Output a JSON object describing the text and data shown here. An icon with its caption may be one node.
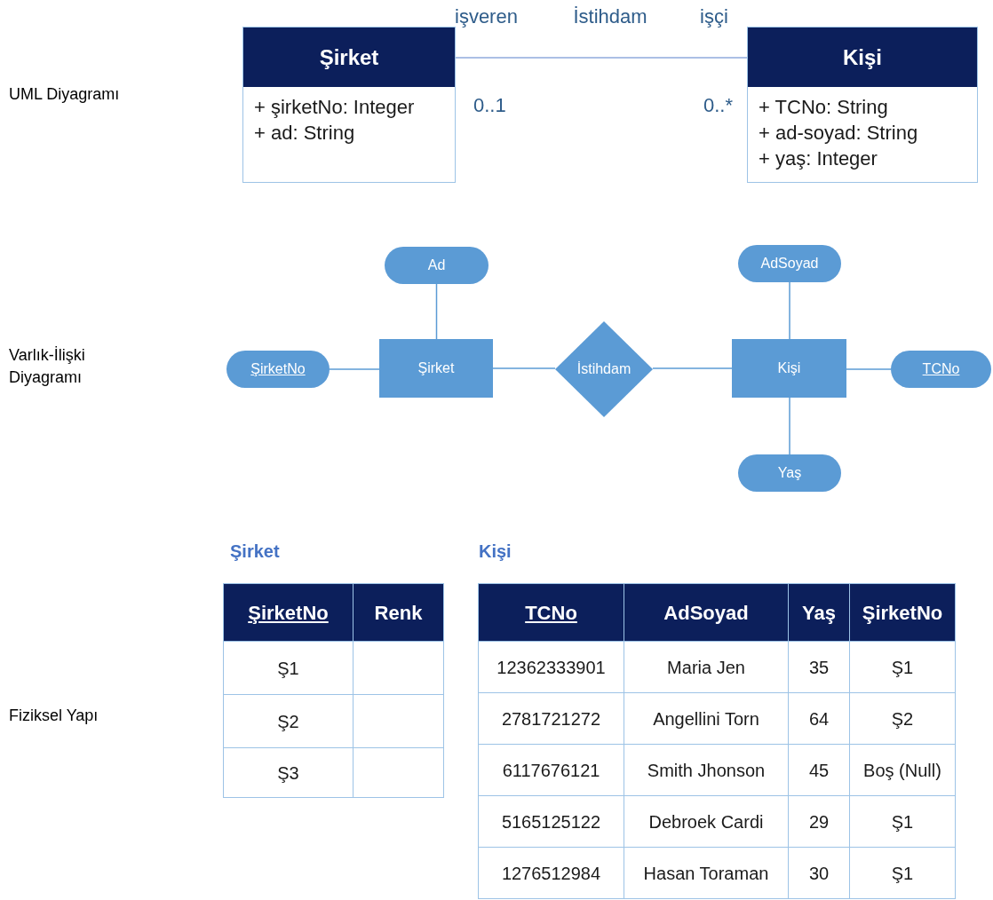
{
  "diagram": {
    "nodes": [
      {
        "text": [
          "Şirket",
          "+ şirketNo: Integer",
          "+ ad: String"
        ]
      },
      {
        "text": [
          "Kişi",
          "+ TCNo: String",
          "+ ad-soyad: String",
          "+ yaş: Integer"
        ]
      },
      {
        "text": [
          "Ad"
        ]
      },
      {
        "text": [
          "ŞirketNo"
        ]
      },
      {
        "text": [
          "Şirket"
        ]
      },
      {
        "text": [
          "İstihdam"
        ]
      },
      {
        "text": [
          "Kişi"
        ]
      },
      {
        "text": [
          "AdSoyad"
        ]
      },
      {
        "text": [
          "TCNo"
        ]
      },
      {
        "text": [
          "Yaş"
        ]
      }
    ],
    "edges": [
      {
        "from": 0,
        "to": 1,
        "arrow": "none",
        "label": "İstihdam"
      },
      {
        "from": 2,
        "to": 4,
        "arrow": "none"
      },
      {
        "from": 3,
        "to": 4,
        "arrow": "none"
      },
      {
        "from": 4,
        "to": 5,
        "arrow": "none"
      },
      {
        "from": 5,
        "to": 6,
        "arrow": "none"
      },
      {
        "from": 7,
        "to": 6,
        "arrow": "none"
      },
      {
        "from": 6,
        "to": 8,
        "arrow": "none"
      },
      {
        "from": 6,
        "to": 9,
        "arrow": "none"
      }
    ],
    "labels": [
      "işveren",
      "işçi",
      "UML Diyagramı",
      "0..1",
      "0..*",
      "Varlık-İlişki Diyagramı",
      "Şirket",
      "Kişi",
      "Fiziksel Yapı",
      "ŞirketNo",
      "Renk",
      "Ş1",
      "Ş2",
      "Ş3",
      "TCNo",
      "AdSoyad",
      "Yaş",
      "ŞirketNo",
      "12362333901",
      "Maria Jen",
      "35",
      "Ş1",
      "2781721272",
      "Angellini Torn",
      "64",
      "Ş2",
      "6117676121",
      "Smith Jhonson",
      "45",
      "Boş (Null)",
      "5165125122",
      "Debroek Cardi",
      "29",
      "Ş1",
      "1276512984",
      "Hasan Toraman",
      "30",
      "Ş1"
    ]
  }
}
